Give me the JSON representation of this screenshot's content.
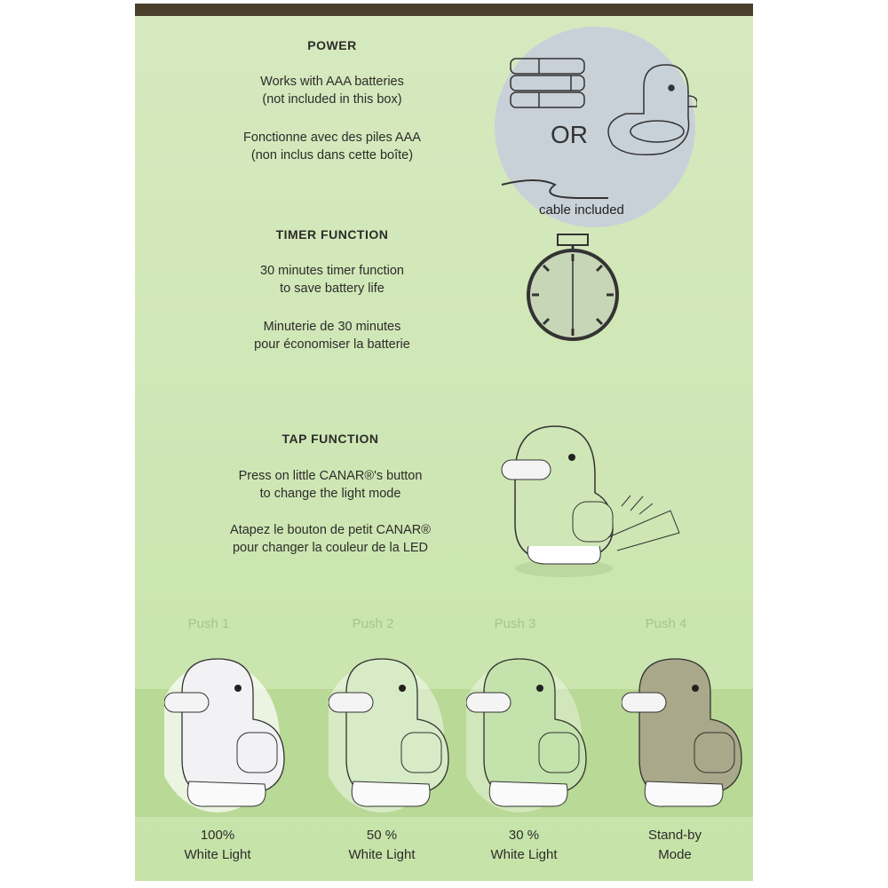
{
  "power": {
    "title": "POWER",
    "en_1": "Works with AAA batteries",
    "en_2": "(not included in this box)",
    "fr_1": "Fonctionne avec des piles AAA",
    "fr_2": "(non inclus dans cette boîte)",
    "illustration_or": "OR",
    "illustration_cable": "cable included"
  },
  "timer": {
    "title": "TIMER FUNCTION",
    "en_1": "30 minutes timer function",
    "en_2": "to save battery life",
    "fr_1": "Minuterie de 30 minutes",
    "fr_2": "pour économiser la batterie"
  },
  "tap": {
    "title": "TAP FUNCTION",
    "en_1": "Press on little CANAR®'s button",
    "en_2": "to change the light mode",
    "fr_1": "Atapez le bouton de petit CANAR®",
    "fr_2": "pour changer la couleur de la LED"
  },
  "modes": [
    {
      "push": "Push 1",
      "line1": "100%",
      "line2": "White Light",
      "color": "#f2f2f4"
    },
    {
      "push": "Push 2",
      "line1": "50 %",
      "line2": "White Light",
      "color": "#d6ebc6"
    },
    {
      "push": "Push 3",
      "line1": "30 %",
      "line2": "White Light",
      "color": "#c4e2ac"
    },
    {
      "push": "Push 4",
      "line1": "Stand-by",
      "line2": "Mode",
      "color": "#a9a88a"
    }
  ]
}
